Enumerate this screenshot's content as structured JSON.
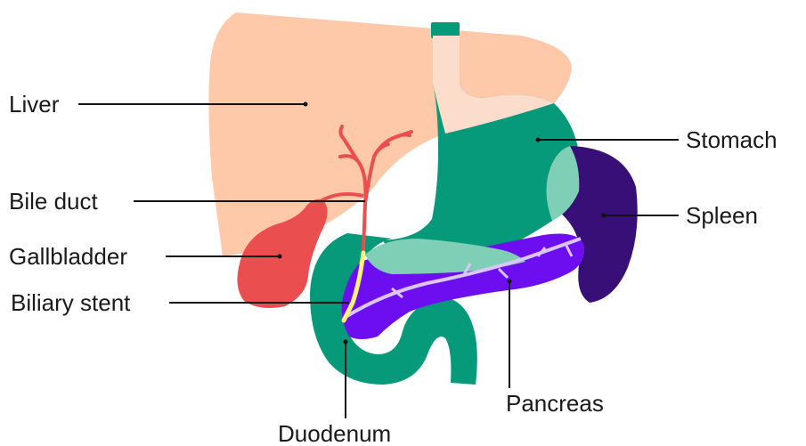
{
  "colors": {
    "liver": "#fdc9a9",
    "liver_overlap": "#fcdccb",
    "stomach": "#06997a",
    "stomach_light": "#7fcfb6",
    "spleen": "#380f76",
    "pancreas": "#6c0ef0",
    "pancreas_vessels": "#d9c6ff",
    "gallbladder": "#ea4e4e",
    "bile_duct": "#ea4e4e",
    "stent": "#fff27a",
    "duodenum": "#06997a",
    "leader_line": "#111111"
  },
  "labels": {
    "liver": "Liver",
    "bile_duct": "Bile duct",
    "gallbladder": "Gallbladder",
    "biliary_stent": "Biliary stent",
    "stomach": "Stomach",
    "spleen": "Spleen",
    "pancreas": "Pancreas",
    "duodenum": "Duodenum"
  }
}
